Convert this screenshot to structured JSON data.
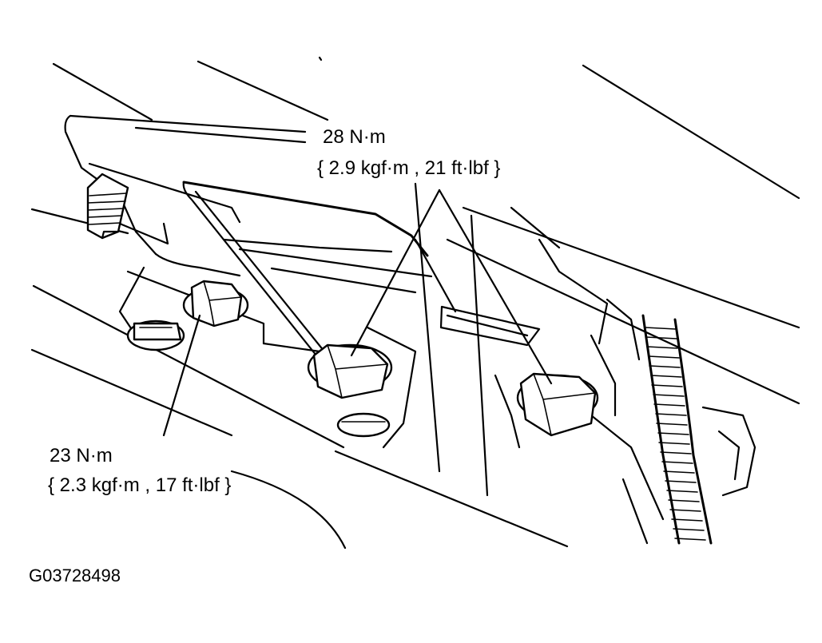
{
  "callouts": {
    "upper": {
      "torque_nm": "28 N·m",
      "torque_alt": "{ 2.9 kgf·m , 21 ft·lbf }"
    },
    "lower": {
      "torque_nm": "23 N·m",
      "torque_alt": "{ 2.3 kgf·m , 17 ft·lbf }"
    }
  },
  "figure_id": "G03728498"
}
